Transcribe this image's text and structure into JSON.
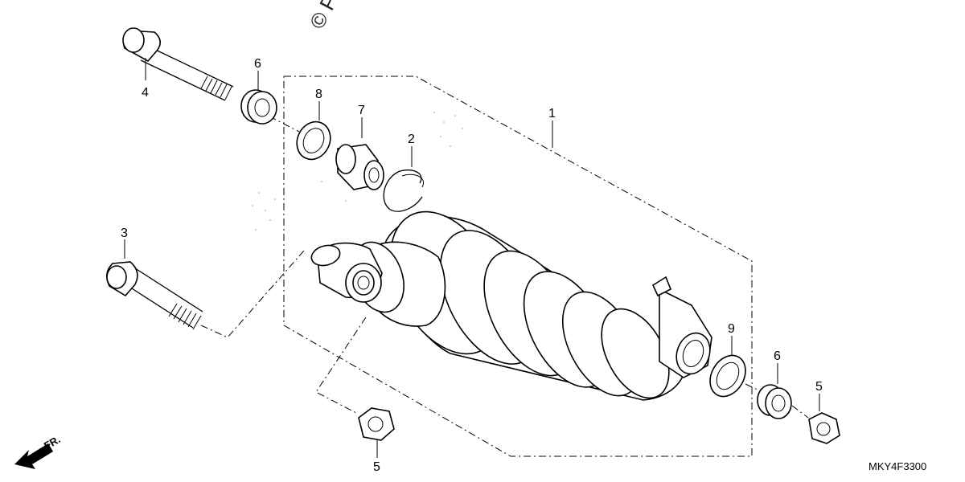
{
  "watermark": "© Pa",
  "diagram_code": "MKY4F3300",
  "front_indicator": "FR.",
  "callouts": [
    {
      "id": "label-4-top",
      "text": "4"
    },
    {
      "id": "label-6-top",
      "text": "6"
    },
    {
      "id": "label-8",
      "text": "8"
    },
    {
      "id": "label-7",
      "text": "7"
    },
    {
      "id": "label-1",
      "text": "1"
    },
    {
      "id": "label-2",
      "text": "2"
    },
    {
      "id": "label-3",
      "text": "3"
    },
    {
      "id": "label-9",
      "text": "9"
    },
    {
      "id": "label-6-bottom",
      "text": "6"
    },
    {
      "id": "label-5-right",
      "text": "5"
    },
    {
      "id": "label-5-bottom",
      "text": "5"
    }
  ]
}
